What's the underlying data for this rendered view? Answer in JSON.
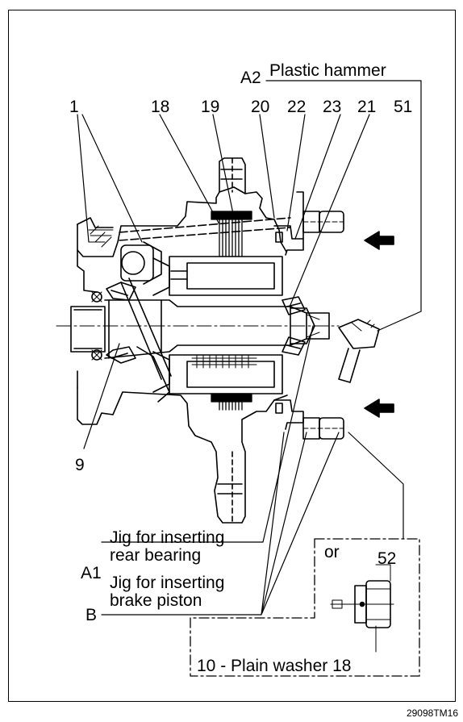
{
  "callouts": {
    "c1": "1",
    "c18": "18",
    "c19": "19",
    "c20": "20",
    "c22": "22",
    "c23": "23",
    "c21": "21",
    "c51": "51",
    "c9": "9",
    "c52": "52"
  },
  "tools": {
    "a2_ref": "A2",
    "a2_name": "Plastic hammer",
    "a1_ref": "A1",
    "a1_line1": "Jig for inserting",
    "a1_line2": "rear bearing",
    "b_ref": "B",
    "b_line1": "Jig for inserting",
    "b_line2": "brake piston"
  },
  "alternative": {
    "or_label": "or",
    "washer_label": "10 - Plain washer 18"
  },
  "figure_code": "29098TM16"
}
